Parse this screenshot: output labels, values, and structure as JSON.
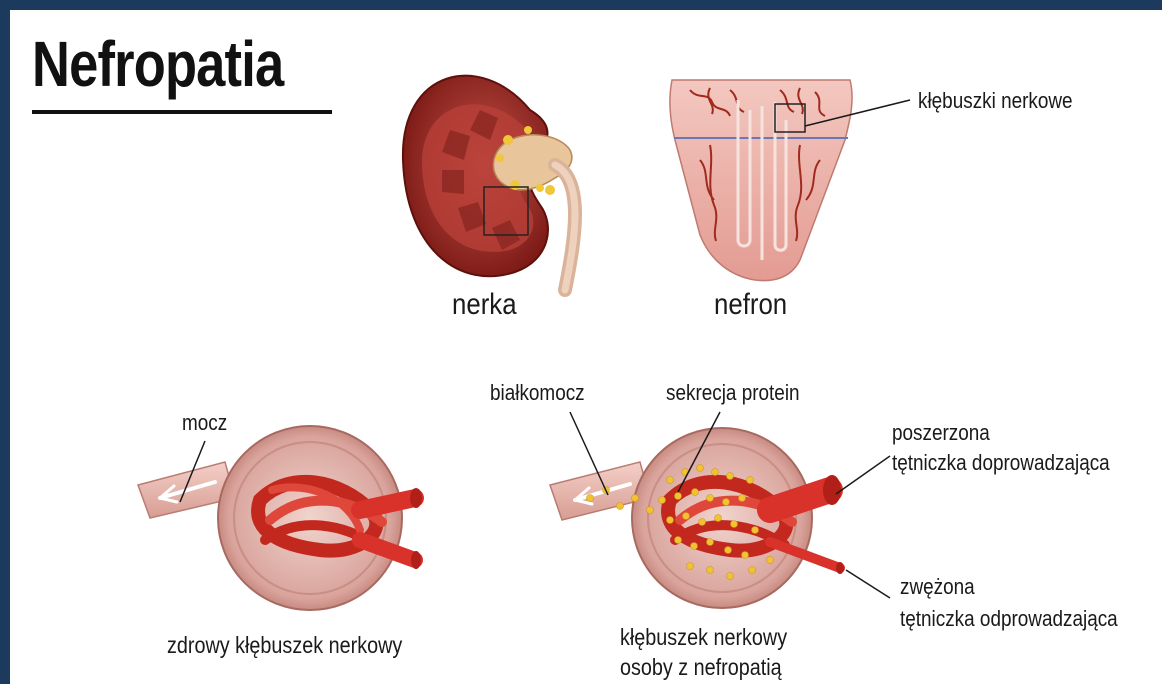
{
  "title": "Nefropatia",
  "captions": {
    "kidney": "nerka",
    "nephron": "nefron",
    "healthy": "zdrowy kłębuszek nerkowy",
    "sick_line1": "kłębuszek nerkowy",
    "sick_line2": "osoby z nefropatią"
  },
  "annotations": {
    "glomeruli": "kłębuszki nerkowe",
    "urine": "mocz",
    "proteinuria": "białkomocz",
    "protein_secretion": "sekrecja protein",
    "dilated_line1": "poszerzona",
    "dilated_line2": "tętniczka doprowadzająca",
    "narrowed_line1": "zwężona",
    "narrowed_line2": "tętniczka odprowadzająca"
  },
  "colors": {
    "frame": "#1b3a5c",
    "kidney_outer": "#8a1e1a",
    "vessel_red": "#d8322a",
    "capsule": "#d9a49c",
    "protein_dot": "#f2c233"
  }
}
